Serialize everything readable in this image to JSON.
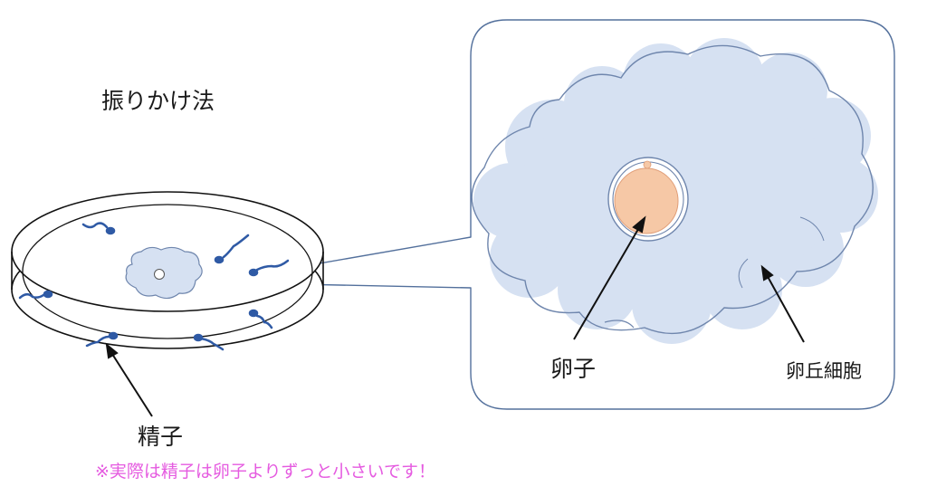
{
  "title": "振りかけ法",
  "labels": {
    "sperm": "精子",
    "egg": "卵子",
    "cumulus": "卵丘細胞"
  },
  "note": "※実際は精子は卵子よりずっと小さいです！",
  "colors": {
    "cumulus_fill": "#d6e1f2",
    "cumulus_stroke": "#6f86ad",
    "egg_fill": "#f6c8a6",
    "zona_stroke": "#6f86ad",
    "sperm": "#2f5aa5",
    "callout_border": "#53709c",
    "dish_stroke": "#111111",
    "note": "#e55be0"
  },
  "icons": [
    "petri-dish",
    "sperm-icon",
    "cumulus-cloud",
    "egg-cell"
  ]
}
